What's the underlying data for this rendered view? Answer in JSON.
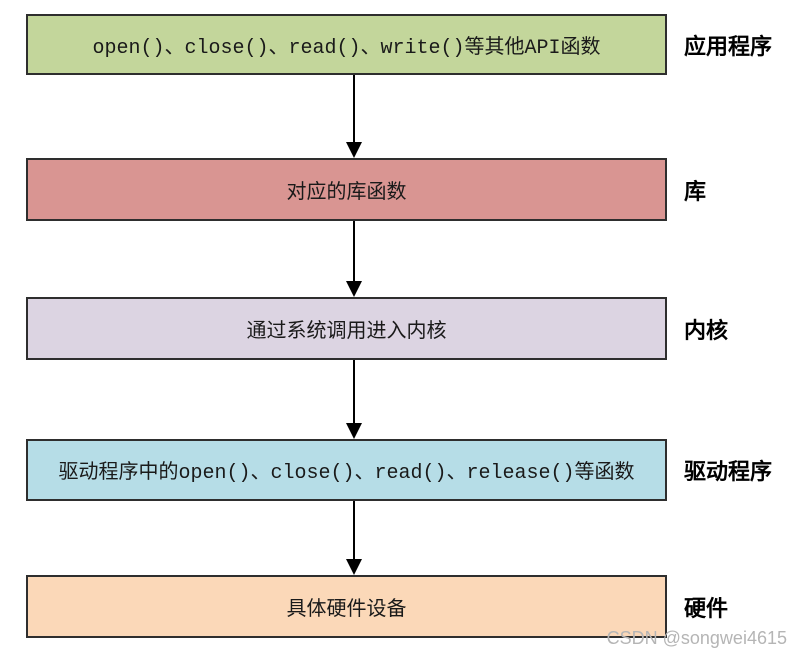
{
  "diagram": {
    "description": "Linux device driver call-flow layer diagram",
    "layers": [
      {
        "id": "application",
        "box_text": "open()、close()、read()、write()等其他API函数",
        "label": "应用程序",
        "color": "#c3d69b"
      },
      {
        "id": "library",
        "box_text": "对应的库函数",
        "label": "库",
        "color": "#d99592"
      },
      {
        "id": "kernel",
        "box_text": "通过系统调用进入内核",
        "label": "内核",
        "color": "#dcd4e2"
      },
      {
        "id": "driver",
        "box_text": "驱动程序中的open()、close()、read()、release()等函数",
        "label": "驱动程序",
        "color": "#b6dde7"
      },
      {
        "id": "hardware",
        "box_text": "具体硬件设备",
        "label": "硬件",
        "color": "#fbd8b8"
      }
    ],
    "arrows": {
      "count": 4,
      "direction": "down",
      "color": "#000000"
    },
    "colors": {
      "box_border": "#2e2e2e",
      "box_text": "#1a1a1a",
      "background": "#ffffff"
    }
  },
  "watermark": {
    "text": "CSDN @songwei4615",
    "color": "#b5b5b5"
  }
}
